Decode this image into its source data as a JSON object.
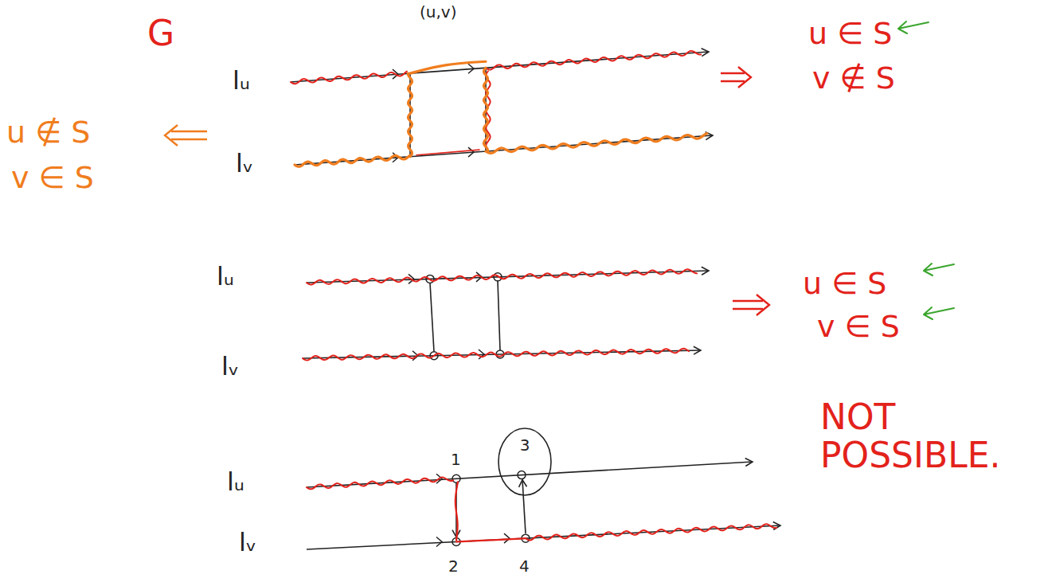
{
  "diagram": {
    "nodes": [
      {
        "text": [
          "3"
        ]
      }
    ],
    "labels": [
      "G",
      "(u,v)",
      "lᵤ",
      "lᵥ",
      "u ∈ S",
      "v ∉ S",
      "u ∉ S",
      "v ∈ S",
      "lᵤ",
      "lᵥ",
      "u ∈ S",
      "v ∈ S",
      "lᵤ",
      "lᵥ",
      "1",
      "2",
      "4",
      "NOT POSSIBLE."
    ]
  }
}
